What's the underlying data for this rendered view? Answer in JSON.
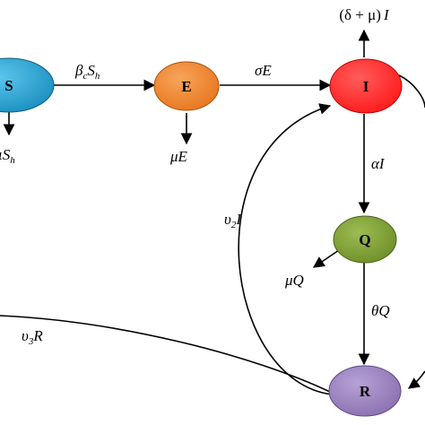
{
  "nodes": {
    "s": {
      "label": "S",
      "color": "#1b8fc0"
    },
    "e": {
      "label": "E",
      "color": "#e8761f"
    },
    "i": {
      "label": "I",
      "color": "#ff1a1a"
    },
    "q": {
      "label": "Q",
      "color": "#6f8f2a"
    },
    "r": {
      "label": "R",
      "color": "#8b71b0"
    }
  },
  "edges": {
    "s_to_e": {
      "main": "β",
      "sub1": "c",
      "mid": "S",
      "sub2": "h"
    },
    "e_to_i": {
      "text": "σE"
    },
    "i_to_q": {
      "text": "αI"
    },
    "q_to_r": {
      "text": "θQ"
    },
    "i_out": {
      "paren": "(δ + μ)",
      "var": "I"
    },
    "s_out": {
      "main": "ιS",
      "sub": "h"
    },
    "e_out": {
      "text": "μE"
    },
    "q_out": {
      "text": "μQ"
    },
    "r_to_i": {
      "main": "υ",
      "sub": "2",
      "var": "I"
    },
    "r_to_s": {
      "main": "υ",
      "sub": "3",
      "var": "R"
    }
  }
}
